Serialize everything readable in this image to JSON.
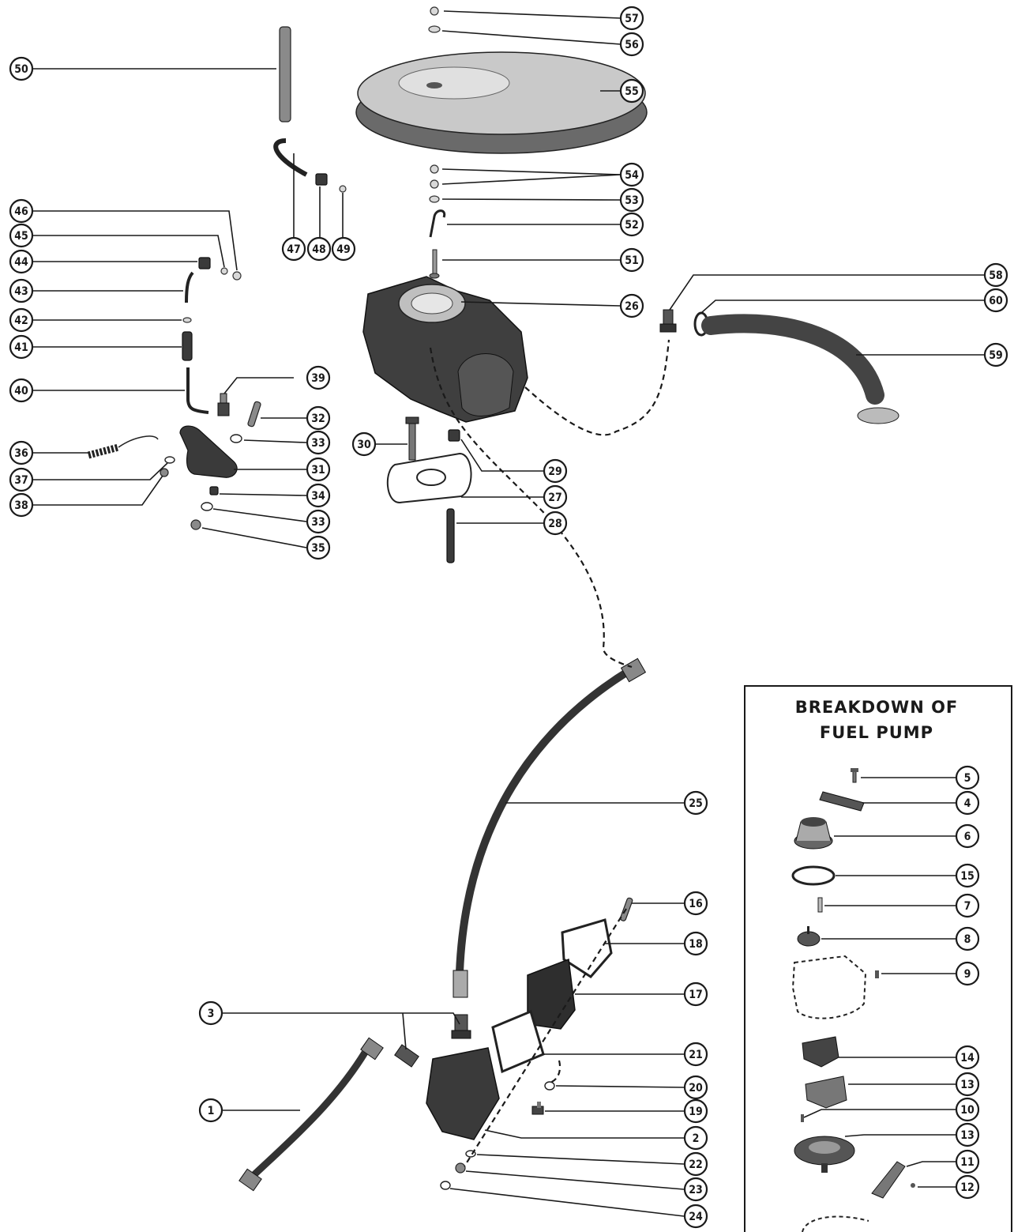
{
  "inset": {
    "title_line1": "BREAKDOWN OF",
    "title_line2": "FUEL PUMP"
  },
  "callouts": [
    {
      "id": "c57",
      "label": "57"
    },
    {
      "id": "c56",
      "label": "56"
    },
    {
      "id": "c55",
      "label": "55"
    },
    {
      "id": "c50",
      "label": "50"
    },
    {
      "id": "c54",
      "label": "54"
    },
    {
      "id": "c53",
      "label": "53"
    },
    {
      "id": "c52",
      "label": "52"
    },
    {
      "id": "c51",
      "label": "51"
    },
    {
      "id": "c46",
      "label": "46"
    },
    {
      "id": "c45",
      "label": "45"
    },
    {
      "id": "c44",
      "label": "44"
    },
    {
      "id": "c47",
      "label": "47"
    },
    {
      "id": "c48",
      "label": "48"
    },
    {
      "id": "c49",
      "label": "49"
    },
    {
      "id": "c43",
      "label": "43"
    },
    {
      "id": "c42",
      "label": "42"
    },
    {
      "id": "c41",
      "label": "41"
    },
    {
      "id": "c40",
      "label": "40"
    },
    {
      "id": "c39",
      "label": "39"
    },
    {
      "id": "c32",
      "label": "32"
    },
    {
      "id": "c33a",
      "label": "33"
    },
    {
      "id": "c36",
      "label": "36"
    },
    {
      "id": "c37",
      "label": "37"
    },
    {
      "id": "c31",
      "label": "31"
    },
    {
      "id": "c38",
      "label": "38"
    },
    {
      "id": "c34",
      "label": "34"
    },
    {
      "id": "c33b",
      "label": "33"
    },
    {
      "id": "c35",
      "label": "35"
    },
    {
      "id": "c26",
      "label": "26"
    },
    {
      "id": "c58",
      "label": "58"
    },
    {
      "id": "c60",
      "label": "60"
    },
    {
      "id": "c59",
      "label": "59"
    },
    {
      "id": "c30",
      "label": "30"
    },
    {
      "id": "c29",
      "label": "29"
    },
    {
      "id": "c27",
      "label": "27"
    },
    {
      "id": "c28",
      "label": "28"
    },
    {
      "id": "c25",
      "label": "25"
    },
    {
      "id": "c16",
      "label": "16"
    },
    {
      "id": "c18",
      "label": "18"
    },
    {
      "id": "c17",
      "label": "17"
    },
    {
      "id": "c3",
      "label": "3"
    },
    {
      "id": "c21",
      "label": "21"
    },
    {
      "id": "c20",
      "label": "20"
    },
    {
      "id": "c1",
      "label": "1"
    },
    {
      "id": "c19",
      "label": "19"
    },
    {
      "id": "c2",
      "label": "2"
    },
    {
      "id": "c22",
      "label": "22"
    },
    {
      "id": "c23",
      "label": "23"
    },
    {
      "id": "c24",
      "label": "24"
    },
    {
      "id": "c5",
      "label": "5"
    },
    {
      "id": "c4",
      "label": "4"
    },
    {
      "id": "c6",
      "label": "6"
    },
    {
      "id": "c15",
      "label": "15"
    },
    {
      "id": "c7",
      "label": "7"
    },
    {
      "id": "c8",
      "label": "8"
    },
    {
      "id": "c9",
      "label": "9"
    },
    {
      "id": "c14",
      "label": "14"
    },
    {
      "id": "c13a",
      "label": "13"
    },
    {
      "id": "c10",
      "label": "10"
    },
    {
      "id": "c13b",
      "label": "13"
    },
    {
      "id": "c11",
      "label": "11"
    },
    {
      "id": "c12",
      "label": "12"
    }
  ]
}
